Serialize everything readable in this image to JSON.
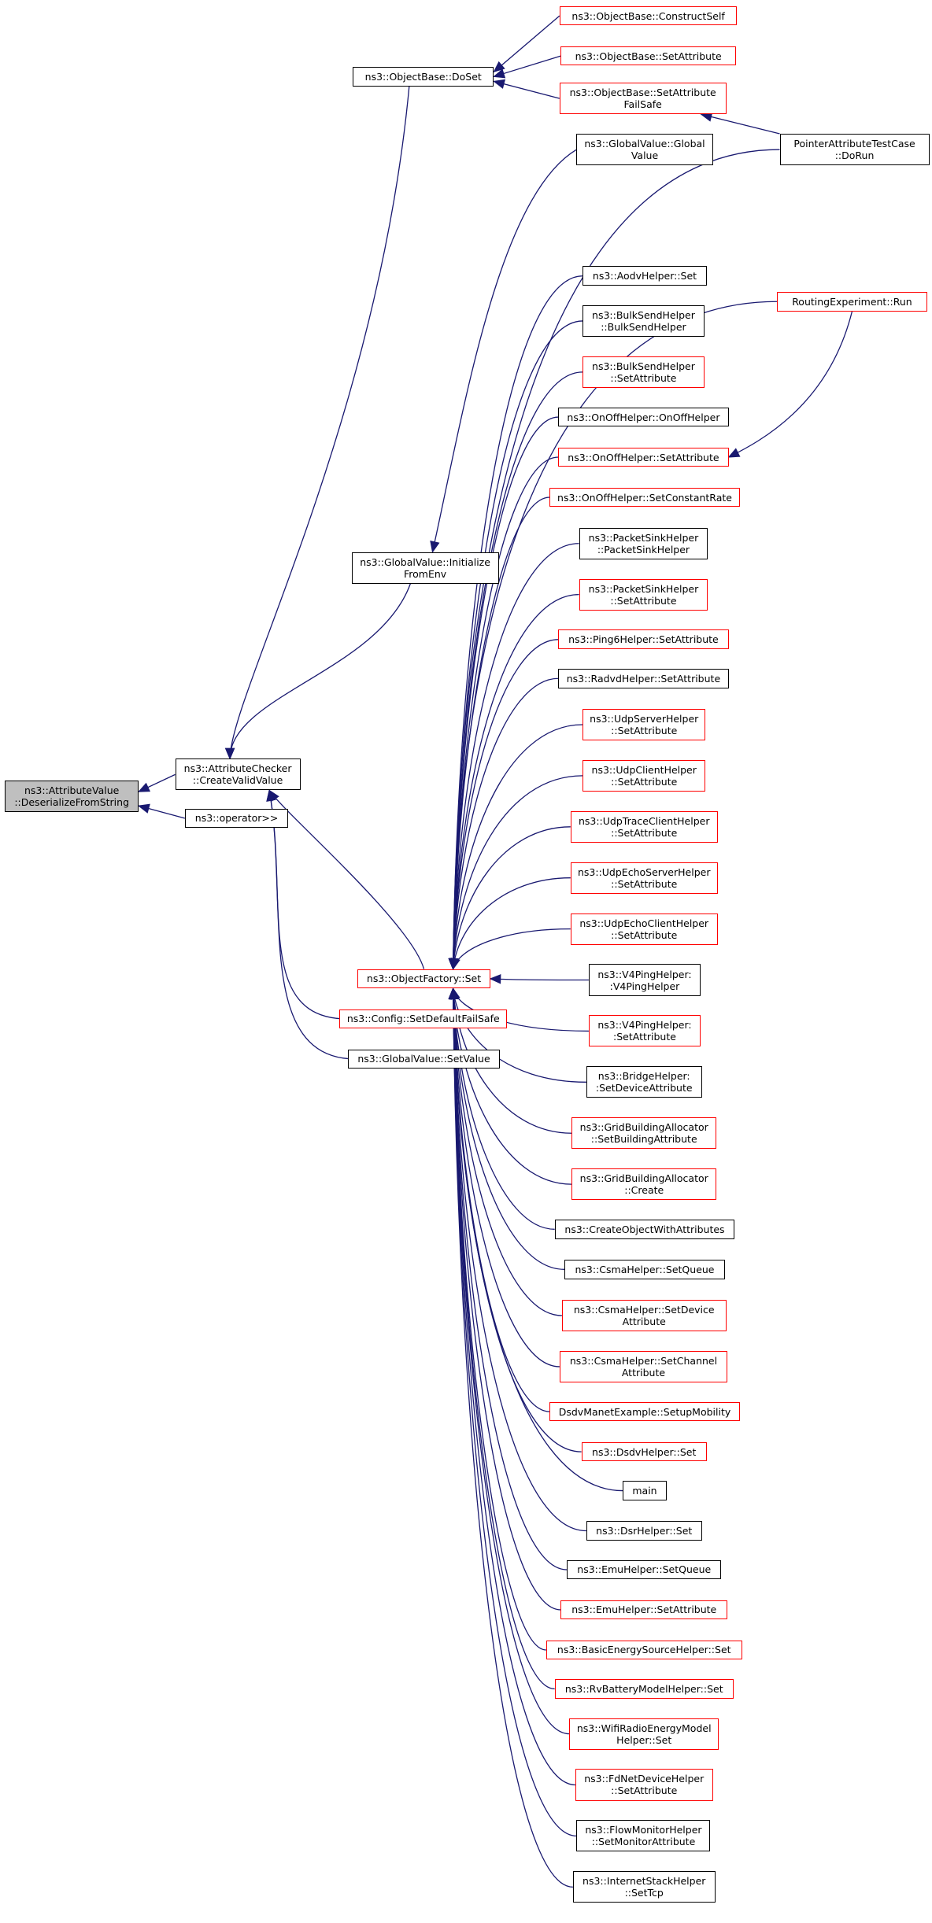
{
  "colors": {
    "edge": "#191970",
    "border_default": "#000000",
    "border_red": "#ff0000",
    "root_fill": "#bfbfbf",
    "background": "#ffffff"
  },
  "nodes": {
    "n0": {
      "label": "ns3::AttributeValue\n::DeserializeFromString",
      "border": "black",
      "root": true
    },
    "n1": {
      "label": "ns3::AttributeChecker\n::CreateValidValue",
      "border": "black"
    },
    "n2": {
      "label": "ns3::operator>>",
      "border": "black"
    },
    "n3": {
      "label": "ns3::ObjectBase::DoSet",
      "border": "black"
    },
    "n4": {
      "label": "ns3::GlobalValue::Initialize\nFromEnv",
      "border": "black"
    },
    "n5": {
      "label": "ns3::ObjectFactory::Set",
      "border": "red"
    },
    "n6": {
      "label": "ns3::Config::SetDefaultFailSafe",
      "border": "red"
    },
    "n7": {
      "label": "ns3::GlobalValue::SetValue",
      "border": "black"
    },
    "n8": {
      "label": "ns3::ObjectBase::ConstructSelf",
      "border": "red"
    },
    "n9": {
      "label": "ns3::ObjectBase::SetAttribute",
      "border": "red"
    },
    "n10": {
      "label": "ns3::ObjectBase::SetAttribute\nFailSafe",
      "border": "red"
    },
    "n11": {
      "label": "PointerAttributeTestCase\n::DoRun",
      "border": "black"
    },
    "n12": {
      "label": "ns3::GlobalValue::Global\nValue",
      "border": "black"
    },
    "n13": {
      "label": "RoutingExperiment::Run",
      "border": "red"
    },
    "n14": {
      "label": "ns3::AodvHelper::Set",
      "border": "black"
    },
    "n15": {
      "label": "ns3::BulkSendHelper\n::BulkSendHelper",
      "border": "black"
    },
    "n16": {
      "label": "ns3::BulkSendHelper\n::SetAttribute",
      "border": "red"
    },
    "n17": {
      "label": "ns3::OnOffHelper::OnOffHelper",
      "border": "black"
    },
    "n18": {
      "label": "ns3::OnOffHelper::SetAttribute",
      "border": "red"
    },
    "n19": {
      "label": "ns3::OnOffHelper::SetConstantRate",
      "border": "red"
    },
    "n20": {
      "label": "ns3::PacketSinkHelper\n::PacketSinkHelper",
      "border": "black"
    },
    "n21": {
      "label": "ns3::PacketSinkHelper\n::SetAttribute",
      "border": "red"
    },
    "n22": {
      "label": "ns3::Ping6Helper::SetAttribute",
      "border": "red"
    },
    "n23": {
      "label": "ns3::RadvdHelper::SetAttribute",
      "border": "black"
    },
    "n24": {
      "label": "ns3::UdpServerHelper\n::SetAttribute",
      "border": "red"
    },
    "n25": {
      "label": "ns3::UdpClientHelper\n::SetAttribute",
      "border": "red"
    },
    "n26": {
      "label": "ns3::UdpTraceClientHelper\n::SetAttribute",
      "border": "red"
    },
    "n27": {
      "label": "ns3::UdpEchoServerHelper\n::SetAttribute",
      "border": "red"
    },
    "n28": {
      "label": "ns3::UdpEchoClientHelper\n::SetAttribute",
      "border": "red"
    },
    "n29": {
      "label": "ns3::V4PingHelper:\n:V4PingHelper",
      "border": "black"
    },
    "n30": {
      "label": "ns3::V4PingHelper:\n:SetAttribute",
      "border": "red"
    },
    "n31": {
      "label": "ns3::BridgeHelper:\n:SetDeviceAttribute",
      "border": "black"
    },
    "n32": {
      "label": "ns3::GridBuildingAllocator\n::SetBuildingAttribute",
      "border": "red"
    },
    "n33": {
      "label": "ns3::GridBuildingAllocator\n::Create",
      "border": "red"
    },
    "n34": {
      "label": "ns3::CreateObjectWithAttributes",
      "border": "black"
    },
    "n35": {
      "label": "ns3::CsmaHelper::SetQueue",
      "border": "black"
    },
    "n36": {
      "label": "ns3::CsmaHelper::SetDevice\nAttribute",
      "border": "red"
    },
    "n37": {
      "label": "ns3::CsmaHelper::SetChannel\nAttribute",
      "border": "red"
    },
    "n38": {
      "label": "DsdvManetExample::SetupMobility",
      "border": "red"
    },
    "n39": {
      "label": "ns3::DsdvHelper::Set",
      "border": "red"
    },
    "n40": {
      "label": "main",
      "border": "black"
    },
    "n41": {
      "label": "ns3::DsrHelper::Set",
      "border": "black"
    },
    "n42": {
      "label": "ns3::EmuHelper::SetQueue",
      "border": "black"
    },
    "n43": {
      "label": "ns3::EmuHelper::SetAttribute",
      "border": "red"
    },
    "n44": {
      "label": "ns3::BasicEnergySourceHelper::Set",
      "border": "red"
    },
    "n45": {
      "label": "ns3::RvBatteryModelHelper::Set",
      "border": "red"
    },
    "n46": {
      "label": "ns3::WifiRadioEnergyModel\nHelper::Set",
      "border": "red"
    },
    "n47": {
      "label": "ns3::FdNetDeviceHelper\n::SetAttribute",
      "border": "red"
    },
    "n48": {
      "label": "ns3::FlowMonitorHelper\n::SetMonitorAttribute",
      "border": "black"
    },
    "n49": {
      "label": "ns3::InternetStackHelper\n::SetTcp",
      "border": "black"
    }
  },
  "edges": [
    {
      "from": "n1",
      "to": "n0"
    },
    {
      "from": "n2",
      "to": "n0"
    },
    {
      "from": "n3",
      "to": "n1"
    },
    {
      "from": "n4",
      "to": "n1"
    },
    {
      "from": "n5",
      "to": "n1"
    },
    {
      "from": "n6",
      "to": "n1"
    },
    {
      "from": "n7",
      "to": "n1"
    },
    {
      "from": "n8",
      "to": "n3"
    },
    {
      "from": "n9",
      "to": "n3"
    },
    {
      "from": "n10",
      "to": "n3"
    },
    {
      "from": "n11",
      "to": "n10"
    },
    {
      "from": "n12",
      "to": "n4"
    },
    {
      "from": "n13",
      "to": "n18"
    },
    {
      "from": "n11",
      "to": "n5"
    },
    {
      "from": "n13",
      "to": "n5"
    },
    {
      "from": "n14",
      "to": "n5"
    },
    {
      "from": "n15",
      "to": "n5"
    },
    {
      "from": "n16",
      "to": "n5"
    },
    {
      "from": "n17",
      "to": "n5"
    },
    {
      "from": "n18",
      "to": "n5"
    },
    {
      "from": "n19",
      "to": "n5"
    },
    {
      "from": "n20",
      "to": "n5"
    },
    {
      "from": "n21",
      "to": "n5"
    },
    {
      "from": "n22",
      "to": "n5"
    },
    {
      "from": "n23",
      "to": "n5"
    },
    {
      "from": "n24",
      "to": "n5"
    },
    {
      "from": "n25",
      "to": "n5"
    },
    {
      "from": "n26",
      "to": "n5"
    },
    {
      "from": "n27",
      "to": "n5"
    },
    {
      "from": "n28",
      "to": "n5"
    },
    {
      "from": "n29",
      "to": "n5"
    },
    {
      "from": "n30",
      "to": "n5"
    },
    {
      "from": "n31",
      "to": "n5"
    },
    {
      "from": "n32",
      "to": "n5"
    },
    {
      "from": "n33",
      "to": "n5"
    },
    {
      "from": "n34",
      "to": "n5"
    },
    {
      "from": "n35",
      "to": "n5"
    },
    {
      "from": "n36",
      "to": "n5"
    },
    {
      "from": "n37",
      "to": "n5"
    },
    {
      "from": "n38",
      "to": "n5"
    },
    {
      "from": "n39",
      "to": "n5"
    },
    {
      "from": "n40",
      "to": "n5"
    },
    {
      "from": "n41",
      "to": "n5"
    },
    {
      "from": "n42",
      "to": "n5"
    },
    {
      "from": "n43",
      "to": "n5"
    },
    {
      "from": "n44",
      "to": "n5"
    },
    {
      "from": "n45",
      "to": "n5"
    },
    {
      "from": "n46",
      "to": "n5"
    },
    {
      "from": "n47",
      "to": "n5"
    },
    {
      "from": "n48",
      "to": "n5"
    },
    {
      "from": "n49",
      "to": "n5"
    }
  ]
}
